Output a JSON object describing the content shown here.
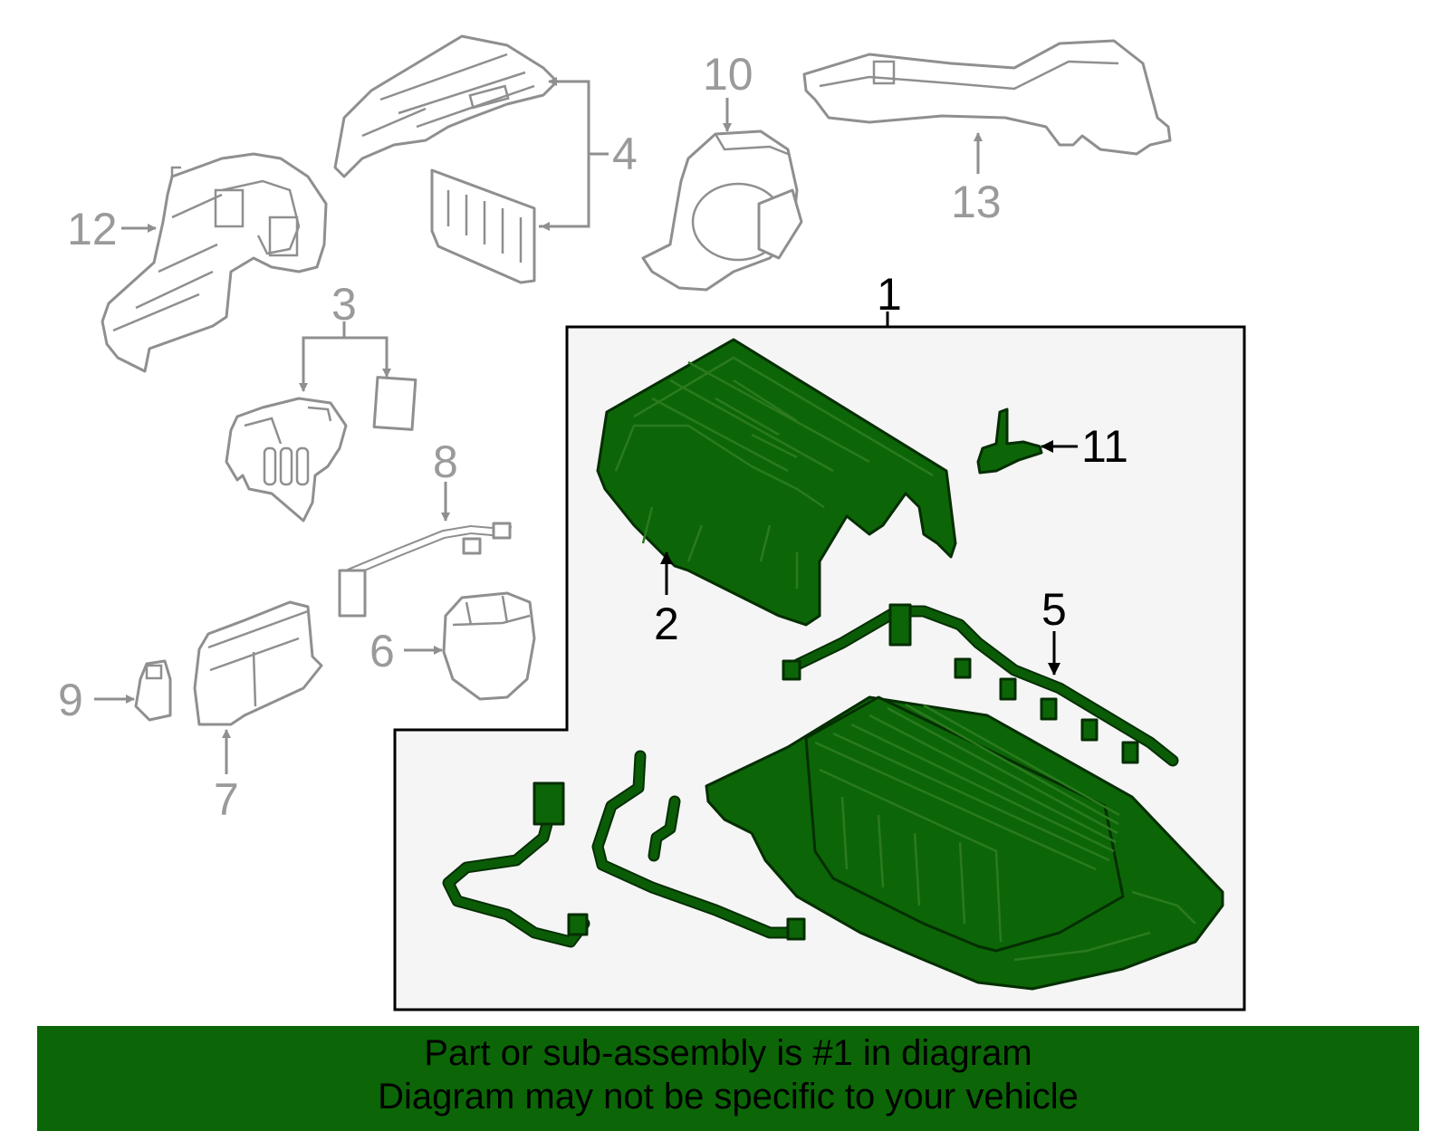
{
  "colors": {
    "highlight_green": "#0c6607",
    "part_gray": "#8f8f8f",
    "panel_bg": "#f5f5f5",
    "banner_bg": "#0c6607"
  },
  "callouts": {
    "c1": "1",
    "c2": "2",
    "c3": "3",
    "c4": "4",
    "c5": "5",
    "c6": "6",
    "c7": "7",
    "c8": "8",
    "c9": "9",
    "c10": "10",
    "c11": "11",
    "c12": "12",
    "c13": "13"
  },
  "banner": {
    "line1": "Part or sub-assembly is #1 in diagram",
    "line2": "Diagram may not be specific to your vehicle"
  }
}
